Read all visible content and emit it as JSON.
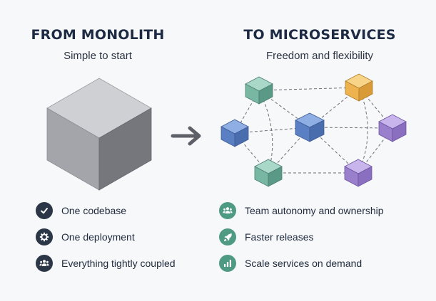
{
  "left": {
    "heading": "FROM MONOLITH",
    "subheading": "Simple to start",
    "items": [
      {
        "label": "One codebase",
        "icon": "check-icon"
      },
      {
        "label": "One deployment",
        "icon": "gear-icon"
      },
      {
        "label": "Everything tightly coupled",
        "icon": "people-icon"
      }
    ],
    "bullet_color": "#2b3647"
  },
  "right": {
    "heading": "TO MICROSERVICES",
    "subheading": "Freedom and flexibility",
    "items": [
      {
        "label": "Team autonomy and ownership",
        "icon": "team-icon"
      },
      {
        "label": "Faster releases",
        "icon": "rocket-icon"
      },
      {
        "label": "Scale services on demand",
        "icon": "bar-chart-icon"
      }
    ],
    "bullet_color": "#4f9a83"
  },
  "colors": {
    "monolith_top": "#cfd0d4",
    "monolith_left": "#a3a5ab",
    "monolith_right": "#75777d",
    "arrow": "#5e6068",
    "teal": "#78b8a2",
    "blue": "#5a7fc2",
    "orange": "#eeb24f",
    "purple": "#9a7fcc"
  }
}
